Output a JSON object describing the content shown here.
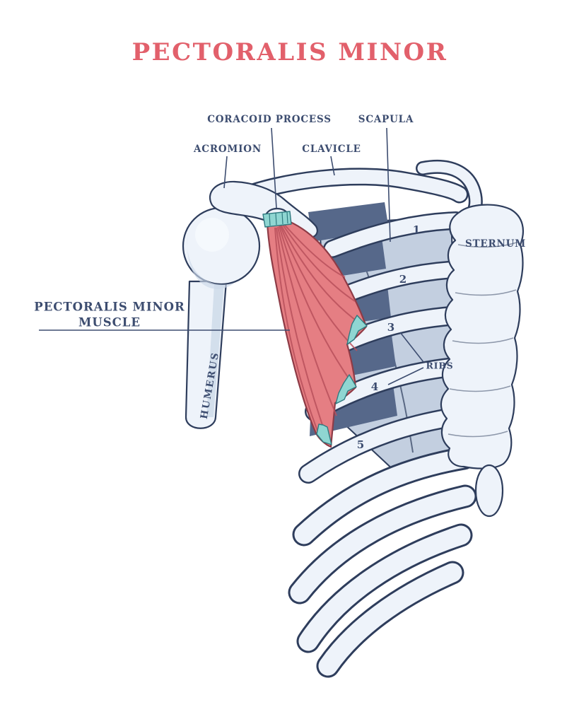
{
  "title": "PECTORALIS MINOR",
  "labels": {
    "coracoid_process": "CORACOID PROCESS",
    "scapula": "SCAPULA",
    "acromion": "ACROMION",
    "clavicle": "CLAVICLE",
    "sternum": "STERNUM",
    "pectoralis_minor_line1": "PECTORALIS MINOR",
    "pectoralis_minor_line2": "MUSCLE",
    "humerus": "HUMERUS",
    "ribs": "RIBS"
  },
  "rib_numbers": [
    "1",
    "2",
    "3",
    "4",
    "5"
  ],
  "colors": {
    "title_text": "#e2606b",
    "label_text": "#3d4d70",
    "bone_fill": "#eef3fa",
    "bone_outline": "#2e3d5c",
    "scapula_shadow": "#c3cfe0",
    "interspace_shadow": "#56688a",
    "muscle_fill": "#e57e83",
    "muscle_striation": "#b8505c",
    "muscle_outline": "#8e3b46",
    "tendon_teal": "#8fd6d2",
    "tendon_edge": "#2f7a80"
  }
}
